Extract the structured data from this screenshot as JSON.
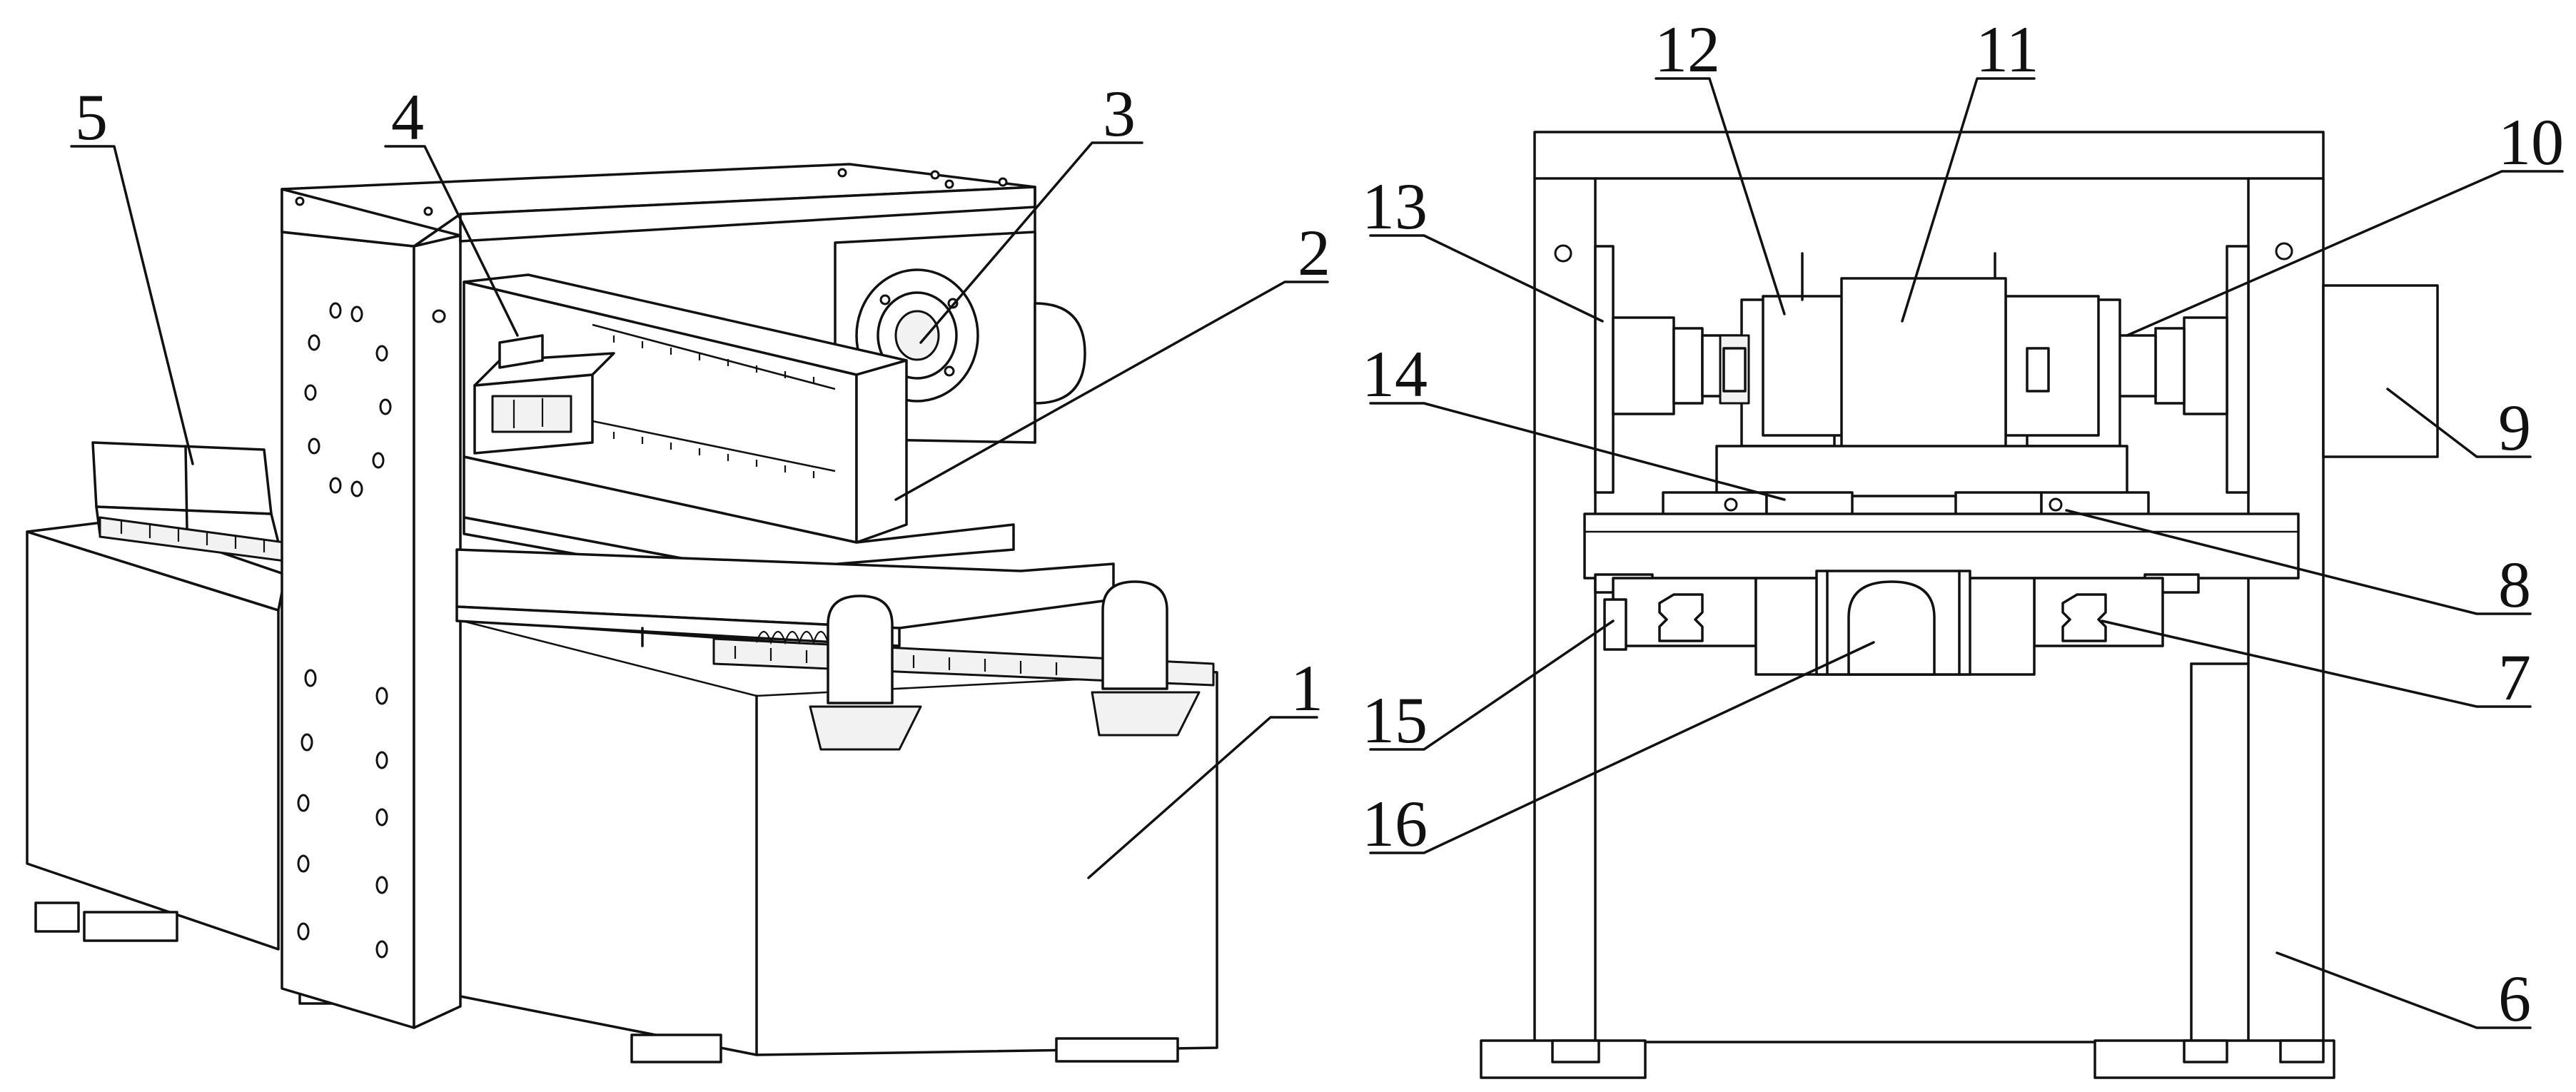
{
  "figure": {
    "left_view": {
      "labels": [
        {
          "id": "label-1",
          "text": "1"
        },
        {
          "id": "label-2",
          "text": "2"
        },
        {
          "id": "label-3",
          "text": "3"
        },
        {
          "id": "label-4",
          "text": "4"
        },
        {
          "id": "label-5",
          "text": "5"
        }
      ]
    },
    "right_view": {
      "labels": [
        {
          "id": "label-6",
          "text": "6"
        },
        {
          "id": "label-7",
          "text": "7"
        },
        {
          "id": "label-8",
          "text": "8"
        },
        {
          "id": "label-9",
          "text": "9"
        },
        {
          "id": "label-10",
          "text": "10"
        },
        {
          "id": "label-11",
          "text": "11"
        },
        {
          "id": "label-12",
          "text": "12"
        },
        {
          "id": "label-13",
          "text": "13"
        },
        {
          "id": "label-14",
          "text": "14"
        },
        {
          "id": "label-15",
          "text": "15"
        },
        {
          "id": "label-16",
          "text": "16"
        }
      ]
    },
    "colors": {
      "ink": "#111111",
      "paper": "#ffffff"
    }
  }
}
